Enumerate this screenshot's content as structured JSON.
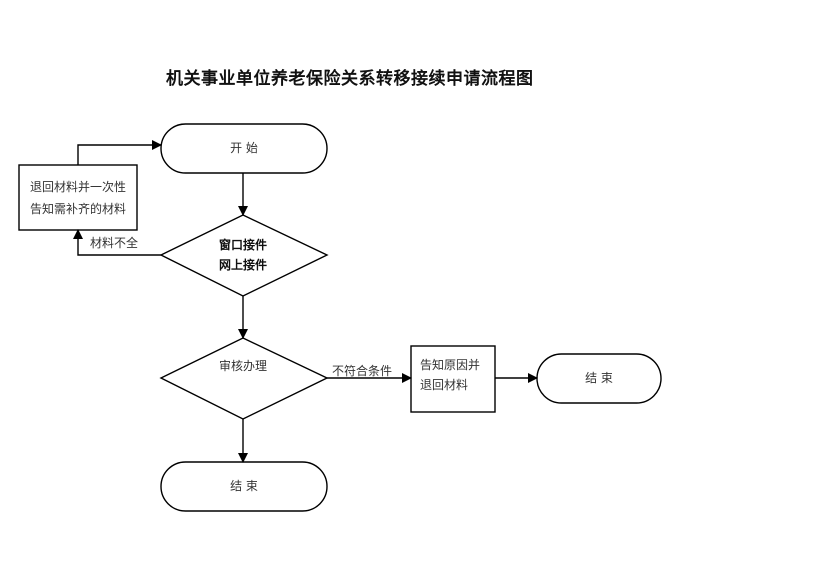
{
  "title": "机关事业单位养老保险关系转移接续申请流程图",
  "nodes": {
    "start": {
      "type": "terminator",
      "label": "开 始"
    },
    "intake": {
      "type": "decision",
      "lines": [
        "窗口接件",
        "网上接件"
      ]
    },
    "return_incomplete": {
      "type": "process",
      "lines": [
        "退回材料并一次性",
        "告知需补齐的材料"
      ]
    },
    "review": {
      "type": "decision",
      "label": "审核办理"
    },
    "return_reason": {
      "type": "process",
      "lines": [
        "告知原因并",
        "退回材料"
      ]
    },
    "end_main": {
      "type": "terminator",
      "label": "结 束"
    },
    "end_side": {
      "type": "terminator",
      "label": "结 束"
    }
  },
  "edges": [
    {
      "from": "start",
      "to": "intake",
      "label": ""
    },
    {
      "from": "intake",
      "to": "return_incomplete",
      "label": "材料不全"
    },
    {
      "from": "return_incomplete",
      "to": "start",
      "label": ""
    },
    {
      "from": "intake",
      "to": "review",
      "label": ""
    },
    {
      "from": "review",
      "to": "return_reason",
      "label": "不符合条件"
    },
    {
      "from": "return_reason",
      "to": "end_side",
      "label": ""
    },
    {
      "from": "review",
      "to": "end_main",
      "label": ""
    }
  ]
}
